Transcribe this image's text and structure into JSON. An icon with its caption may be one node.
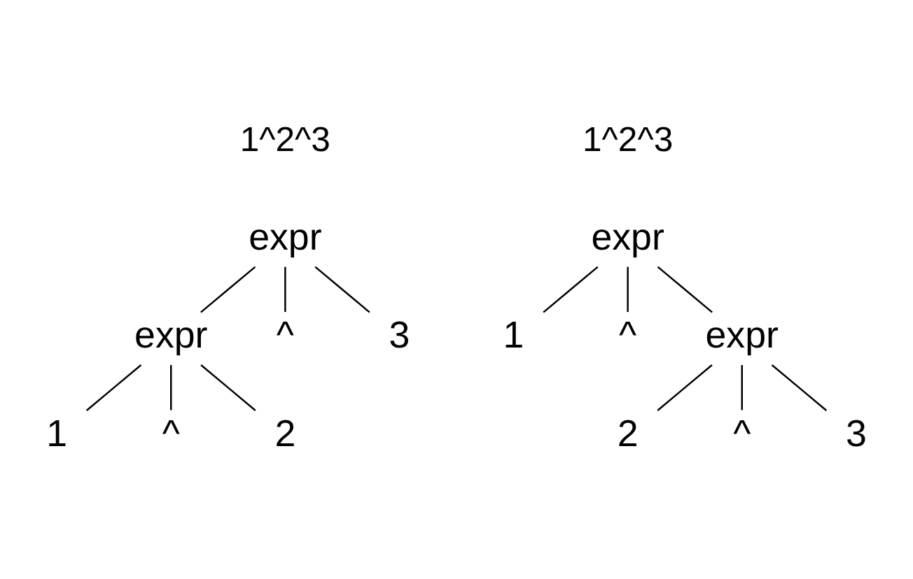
{
  "diagram": {
    "nodes": [
      {
        "text": [
          "expr"
        ]
      },
      {
        "text": [
          "expr"
        ]
      },
      {
        "text": [
          "^"
        ]
      },
      {
        "text": [
          "3"
        ]
      },
      {
        "text": [
          "1"
        ]
      },
      {
        "text": [
          "^"
        ]
      },
      {
        "text": [
          "2"
        ]
      },
      {
        "text": [
          "expr"
        ]
      },
      {
        "text": [
          "1"
        ]
      },
      {
        "text": [
          "^"
        ]
      },
      {
        "text": [
          "expr"
        ]
      },
      {
        "text": [
          "2"
        ]
      },
      {
        "text": [
          "^"
        ]
      },
      {
        "text": [
          "3"
        ]
      }
    ],
    "edges": [
      {
        "from": 0,
        "to": 1,
        "arrow": "none"
      },
      {
        "from": 0,
        "to": 2,
        "arrow": "none"
      },
      {
        "from": 0,
        "to": 3,
        "arrow": "none"
      },
      {
        "from": 1,
        "to": 4,
        "arrow": "none"
      },
      {
        "from": 1,
        "to": 5,
        "arrow": "none"
      },
      {
        "from": 1,
        "to": 6,
        "arrow": "none"
      },
      {
        "from": 7,
        "to": 8,
        "arrow": "none"
      },
      {
        "from": 7,
        "to": 9,
        "arrow": "none"
      },
      {
        "from": 7,
        "to": 10,
        "arrow": "none"
      },
      {
        "from": 10,
        "to": 11,
        "arrow": "none"
      },
      {
        "from": 10,
        "to": 12,
        "arrow": "none"
      },
      {
        "from": 10,
        "to": 13,
        "arrow": "none"
      }
    ],
    "labels": [
      "1^2^3",
      "1^2^3"
    ]
  }
}
